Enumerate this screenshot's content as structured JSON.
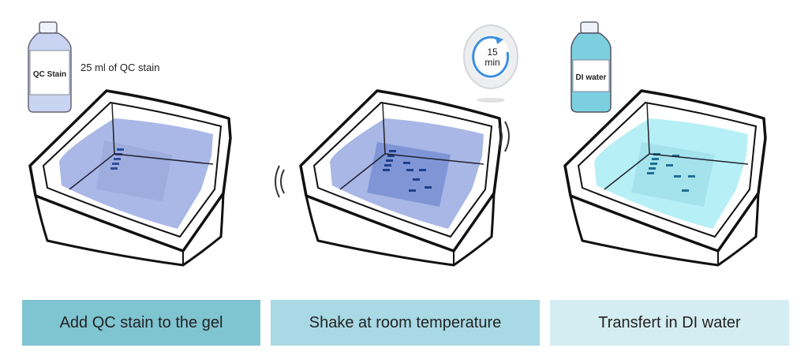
{
  "steps": [
    {
      "caption": "Add QC stain to the gel",
      "bottle_label": "QC Stain",
      "note": "25 ml of QC stain",
      "caption_color": "#7fc4d1",
      "water_color": "#aab8e8",
      "gel_color": "#9eadde"
    },
    {
      "caption": "Shake at room temperature",
      "timer_value": "15",
      "timer_unit": "min",
      "caption_color": "#a8d9e4",
      "water_color": "#a9b7e6",
      "gel_color": "#7f95d6"
    },
    {
      "caption": "Transfert in DI water",
      "bottle_label": "DI water",
      "caption_color": "#d4edf2",
      "water_color": "#b6f0f6",
      "gel_color": "#a4e2ec"
    }
  ]
}
